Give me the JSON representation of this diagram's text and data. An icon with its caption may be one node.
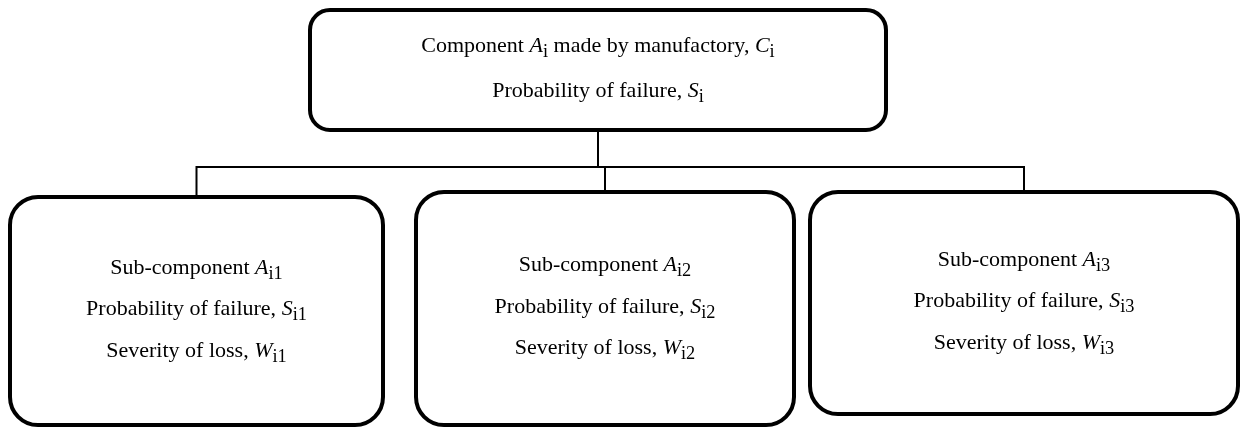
{
  "diagram": {
    "nodes": [
      {
        "text": [
          "Component *A*$_{i}$ made by manufactory, *C*$_{i}$",
          "Probability of failure, *S*$_{i}$"
        ]
      },
      {
        "text": [
          "Sub-component *A*$_{i1}$",
          "Probability of failure, *S*$_{i1}$",
          "Severity of loss, *W*$_{i1}$"
        ]
      },
      {
        "text": [
          "Sub-component *A*$_{i2}$",
          "Probability of failure, *S*$_{i2}$",
          "Severity of loss, *W*$_{i2}$"
        ]
      },
      {
        "text": [
          "Sub-component *A*$_{i3}$",
          "Probability of failure, *S*$_{i3}$",
          "Severity of loss, *W*$_{i3}$"
        ]
      }
    ],
    "edges": [
      {
        "from": 0,
        "to": 1,
        "arrow": "none"
      },
      {
        "from": 0,
        "to": 2,
        "arrow": "none"
      },
      {
        "from": 0,
        "to": 3,
        "arrow": "none"
      }
    ]
  }
}
